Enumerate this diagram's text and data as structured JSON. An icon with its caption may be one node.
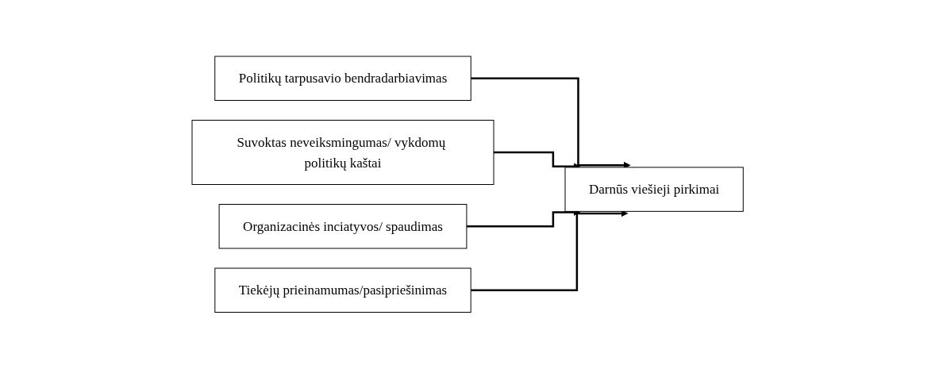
{
  "diagram": {
    "nodes": [
      {
        "text": [
          "Politikų tarpusavio bendradarbiavimas"
        ]
      },
      {
        "text": [
          "Suvoktas neveiksmingumas/ vykdomų politikų kaštai"
        ]
      },
      {
        "text": [
          "Organizacinės inciatyvos/ spaudimas"
        ]
      },
      {
        "text": [
          "Tiekėjų prieinamumas/pasipriešinimas"
        ]
      },
      {
        "text": [
          "Darnūs viešieji pirkimai"
        ]
      }
    ],
    "edges": [
      {
        "from": 0,
        "to": 4,
        "arrow": "to"
      },
      {
        "from": 1,
        "to": 4,
        "arrow": "to"
      },
      {
        "from": 2,
        "to": 4,
        "arrow": "to"
      },
      {
        "from": 3,
        "to": 4,
        "arrow": "to"
      }
    ]
  }
}
